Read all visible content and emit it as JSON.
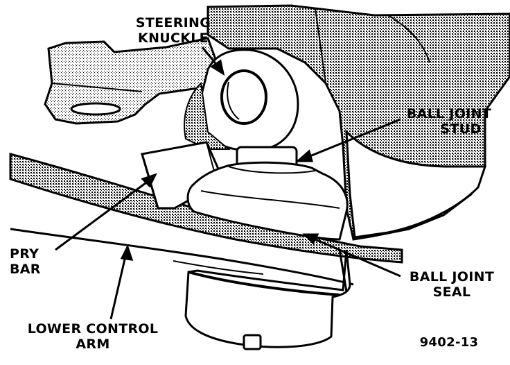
{
  "labels": {
    "steering_knuckle": [
      "STEERING",
      "KNUCKLE"
    ],
    "ball_joint_stud": [
      "BALL JOINT",
      "STUD"
    ],
    "pry_bar": [
      "PRY",
      "BAR"
    ],
    "ball_joint_seal": [
      "BALL JOINT",
      "SEAL"
    ],
    "lower_control_arm": [
      "LOWER CONTROL",
      "ARM"
    ]
  },
  "figure_number": "9402-13",
  "colors": {
    "ink": "#000000",
    "paper": "#ffffff",
    "shade": "#7a7a7a"
  }
}
